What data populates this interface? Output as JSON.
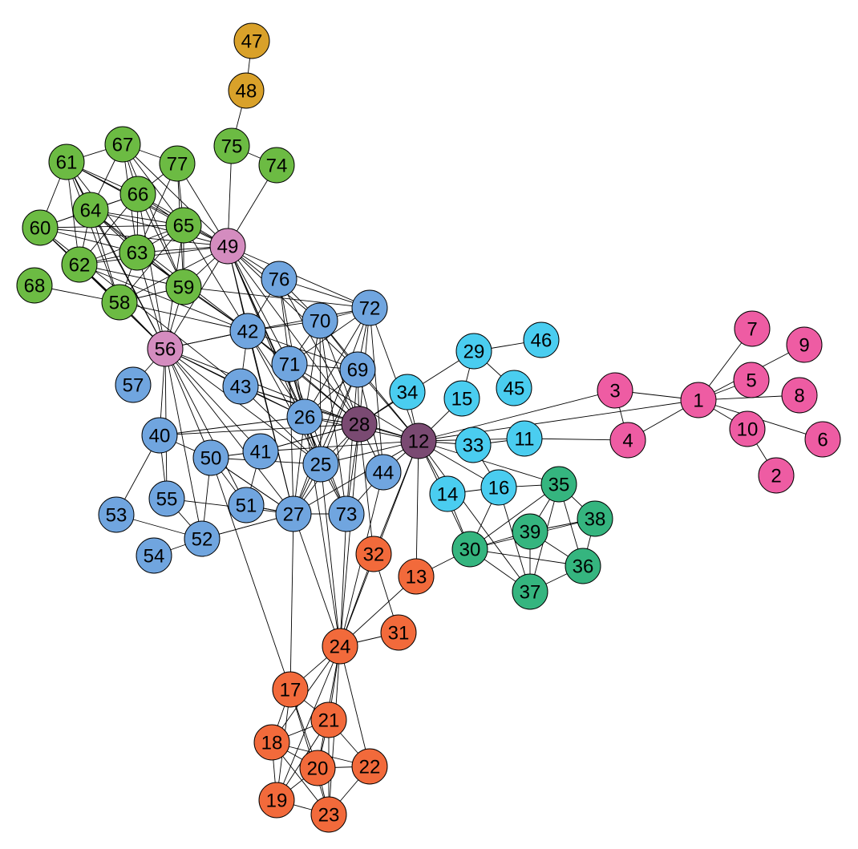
{
  "palette": {
    "pink": "#EE5CA3",
    "cyan": "#4ACDF0",
    "green_teal": "#35B57F",
    "orange": "#F26A3B",
    "blue": "#70A5DF",
    "lavender_pink": "#D48CBF",
    "purple": "#7A4A72",
    "green": "#6CBB43",
    "gold": "#D9A12A"
  },
  "nodes": [
    {
      "id": "1",
      "color": "pink"
    },
    {
      "id": "2",
      "color": "pink"
    },
    {
      "id": "3",
      "color": "pink"
    },
    {
      "id": "4",
      "color": "pink"
    },
    {
      "id": "5",
      "color": "pink"
    },
    {
      "id": "6",
      "color": "pink"
    },
    {
      "id": "7",
      "color": "pink"
    },
    {
      "id": "8",
      "color": "pink"
    },
    {
      "id": "9",
      "color": "pink"
    },
    {
      "id": "10",
      "color": "pink"
    },
    {
      "id": "11",
      "color": "cyan"
    },
    {
      "id": "12",
      "color": "purple"
    },
    {
      "id": "13",
      "color": "orange"
    },
    {
      "id": "14",
      "color": "cyan"
    },
    {
      "id": "15",
      "color": "cyan"
    },
    {
      "id": "16",
      "color": "cyan"
    },
    {
      "id": "17",
      "color": "orange"
    },
    {
      "id": "18",
      "color": "orange"
    },
    {
      "id": "19",
      "color": "orange"
    },
    {
      "id": "20",
      "color": "orange"
    },
    {
      "id": "21",
      "color": "orange"
    },
    {
      "id": "22",
      "color": "orange"
    },
    {
      "id": "23",
      "color": "orange"
    },
    {
      "id": "24",
      "color": "orange"
    },
    {
      "id": "25",
      "color": "blue"
    },
    {
      "id": "26",
      "color": "blue"
    },
    {
      "id": "27",
      "color": "blue"
    },
    {
      "id": "28",
      "color": "purple"
    },
    {
      "id": "29",
      "color": "cyan"
    },
    {
      "id": "30",
      "color": "green_teal"
    },
    {
      "id": "31",
      "color": "orange"
    },
    {
      "id": "32",
      "color": "orange"
    },
    {
      "id": "33",
      "color": "cyan"
    },
    {
      "id": "34",
      "color": "cyan"
    },
    {
      "id": "35",
      "color": "green_teal"
    },
    {
      "id": "36",
      "color": "green_teal"
    },
    {
      "id": "37",
      "color": "green_teal"
    },
    {
      "id": "38",
      "color": "green_teal"
    },
    {
      "id": "39",
      "color": "green_teal"
    },
    {
      "id": "40",
      "color": "blue"
    },
    {
      "id": "41",
      "color": "blue"
    },
    {
      "id": "42",
      "color": "blue"
    },
    {
      "id": "43",
      "color": "blue"
    },
    {
      "id": "44",
      "color": "blue"
    },
    {
      "id": "45",
      "color": "cyan"
    },
    {
      "id": "46",
      "color": "cyan"
    },
    {
      "id": "47",
      "color": "gold"
    },
    {
      "id": "48",
      "color": "gold"
    },
    {
      "id": "49",
      "color": "lavender_pink"
    },
    {
      "id": "50",
      "color": "blue"
    },
    {
      "id": "51",
      "color": "blue"
    },
    {
      "id": "52",
      "color": "blue"
    },
    {
      "id": "53",
      "color": "blue"
    },
    {
      "id": "54",
      "color": "blue"
    },
    {
      "id": "55",
      "color": "blue"
    },
    {
      "id": "56",
      "color": "lavender_pink"
    },
    {
      "id": "57",
      "color": "blue"
    },
    {
      "id": "58",
      "color": "green"
    },
    {
      "id": "59",
      "color": "green"
    },
    {
      "id": "60",
      "color": "green"
    },
    {
      "id": "61",
      "color": "green"
    },
    {
      "id": "62",
      "color": "green"
    },
    {
      "id": "63",
      "color": "green"
    },
    {
      "id": "64",
      "color": "green"
    },
    {
      "id": "65",
      "color": "green"
    },
    {
      "id": "66",
      "color": "green"
    },
    {
      "id": "67",
      "color": "green"
    },
    {
      "id": "68",
      "color": "green"
    },
    {
      "id": "69",
      "color": "blue"
    },
    {
      "id": "70",
      "color": "blue"
    },
    {
      "id": "71",
      "color": "blue"
    },
    {
      "id": "72",
      "color": "blue"
    },
    {
      "id": "73",
      "color": "blue"
    },
    {
      "id": "74",
      "color": "green"
    },
    {
      "id": "75",
      "color": "green"
    },
    {
      "id": "76",
      "color": "blue"
    },
    {
      "id": "77",
      "color": "green"
    }
  ],
  "edges": [
    [
      "1",
      "3"
    ],
    [
      "1",
      "4"
    ],
    [
      "1",
      "5"
    ],
    [
      "1",
      "7"
    ],
    [
      "1",
      "8"
    ],
    [
      "1",
      "9"
    ],
    [
      "1",
      "10"
    ],
    [
      "1",
      "6"
    ],
    [
      "1",
      "12"
    ],
    [
      "10",
      "2"
    ],
    [
      "3",
      "4"
    ],
    [
      "3",
      "12"
    ],
    [
      "4",
      "11"
    ],
    [
      "11",
      "12"
    ],
    [
      "12",
      "28"
    ],
    [
      "12",
      "33"
    ],
    [
      "12",
      "14"
    ],
    [
      "12",
      "16"
    ],
    [
      "12",
      "34"
    ],
    [
      "12",
      "15"
    ],
    [
      "12",
      "44"
    ],
    [
      "12",
      "13"
    ],
    [
      "12",
      "30"
    ],
    [
      "12",
      "35"
    ],
    [
      "12",
      "32"
    ],
    [
      "12",
      "25"
    ],
    [
      "12",
      "26"
    ],
    [
      "12",
      "69"
    ],
    [
      "12",
      "72"
    ],
    [
      "12",
      "43"
    ],
    [
      "12",
      "41"
    ],
    [
      "12",
      "27"
    ],
    [
      "12",
      "24"
    ],
    [
      "12",
      "71"
    ],
    [
      "12",
      "70"
    ],
    [
      "12",
      "37"
    ],
    [
      "29",
      "46"
    ],
    [
      "29",
      "45"
    ],
    [
      "29",
      "15"
    ],
    [
      "29",
      "28"
    ],
    [
      "34",
      "28"
    ],
    [
      "30",
      "39"
    ],
    [
      "30",
      "37"
    ],
    [
      "30",
      "36"
    ],
    [
      "30",
      "38"
    ],
    [
      "30",
      "35"
    ],
    [
      "30",
      "13"
    ],
    [
      "30",
      "14"
    ],
    [
      "30",
      "16"
    ],
    [
      "35",
      "39"
    ],
    [
      "35",
      "38"
    ],
    [
      "35",
      "36"
    ],
    [
      "35",
      "37"
    ],
    [
      "35",
      "16"
    ],
    [
      "39",
      "38"
    ],
    [
      "39",
      "36"
    ],
    [
      "39",
      "37"
    ],
    [
      "38",
      "36"
    ],
    [
      "37",
      "36"
    ],
    [
      "37",
      "16"
    ],
    [
      "24",
      "17"
    ],
    [
      "24",
      "18"
    ],
    [
      "24",
      "19"
    ],
    [
      "24",
      "20"
    ],
    [
      "24",
      "21"
    ],
    [
      "24",
      "22"
    ],
    [
      "24",
      "23"
    ],
    [
      "24",
      "31"
    ],
    [
      "24",
      "32"
    ],
    [
      "24",
      "13"
    ],
    [
      "24",
      "28"
    ],
    [
      "24",
      "25"
    ],
    [
      "24",
      "26"
    ],
    [
      "24",
      "27"
    ],
    [
      "24",
      "73"
    ],
    [
      "24",
      "44"
    ],
    [
      "17",
      "18"
    ],
    [
      "17",
      "19"
    ],
    [
      "17",
      "20"
    ],
    [
      "17",
      "21"
    ],
    [
      "17",
      "23"
    ],
    [
      "17",
      "50"
    ],
    [
      "17",
      "27"
    ],
    [
      "18",
      "19"
    ],
    [
      "18",
      "20"
    ],
    [
      "18",
      "21"
    ],
    [
      "18",
      "22"
    ],
    [
      "18",
      "23"
    ],
    [
      "19",
      "20"
    ],
    [
      "19",
      "21"
    ],
    [
      "19",
      "23"
    ],
    [
      "20",
      "21"
    ],
    [
      "20",
      "22"
    ],
    [
      "20",
      "23"
    ],
    [
      "21",
      "22"
    ],
    [
      "21",
      "23"
    ],
    [
      "22",
      "23"
    ],
    [
      "31",
      "32"
    ],
    [
      "32",
      "28"
    ],
    [
      "28",
      "26"
    ],
    [
      "28",
      "25"
    ],
    [
      "28",
      "69"
    ],
    [
      "28",
      "72"
    ],
    [
      "28",
      "70"
    ],
    [
      "28",
      "71"
    ],
    [
      "28",
      "42"
    ],
    [
      "28",
      "27"
    ],
    [
      "28",
      "73"
    ],
    [
      "28",
      "44"
    ],
    [
      "28",
      "41"
    ],
    [
      "28",
      "43"
    ],
    [
      "28",
      "76"
    ],
    [
      "28",
      "56"
    ],
    [
      "28",
      "49"
    ],
    [
      "28",
      "40"
    ],
    [
      "26",
      "42"
    ],
    [
      "26",
      "43"
    ],
    [
      "26",
      "25"
    ],
    [
      "26",
      "27"
    ],
    [
      "26",
      "70"
    ],
    [
      "26",
      "71"
    ],
    [
      "26",
      "69"
    ],
    [
      "26",
      "72"
    ],
    [
      "26",
      "76"
    ],
    [
      "25",
      "27"
    ],
    [
      "25",
      "42"
    ],
    [
      "25",
      "43"
    ],
    [
      "25",
      "69"
    ],
    [
      "25",
      "70"
    ],
    [
      "25",
      "71"
    ],
    [
      "25",
      "56"
    ],
    [
      "25",
      "50"
    ],
    [
      "27",
      "51"
    ],
    [
      "27",
      "52"
    ],
    [
      "27",
      "56"
    ],
    [
      "27",
      "42"
    ],
    [
      "27",
      "69"
    ],
    [
      "27",
      "71"
    ],
    [
      "27",
      "49"
    ],
    [
      "27",
      "50"
    ],
    [
      "42",
      "70"
    ],
    [
      "42",
      "71"
    ],
    [
      "42",
      "43"
    ],
    [
      "42",
      "69"
    ],
    [
      "42",
      "76"
    ],
    [
      "42",
      "72"
    ],
    [
      "42",
      "49"
    ],
    [
      "42",
      "56"
    ],
    [
      "70",
      "71"
    ],
    [
      "70",
      "72"
    ],
    [
      "70",
      "69"
    ],
    [
      "70",
      "76"
    ],
    [
      "70",
      "73"
    ],
    [
      "71",
      "69"
    ],
    [
      "71",
      "72"
    ],
    [
      "71",
      "76"
    ],
    [
      "71",
      "73"
    ],
    [
      "69",
      "72"
    ],
    [
      "69",
      "73"
    ],
    [
      "69",
      "44"
    ],
    [
      "44",
      "73"
    ],
    [
      "76",
      "72"
    ],
    [
      "76",
      "49"
    ],
    [
      "49",
      "70"
    ],
    [
      "49",
      "71"
    ],
    [
      "49",
      "72"
    ],
    [
      "49",
      "69"
    ],
    [
      "49",
      "73"
    ],
    [
      "49",
      "26"
    ],
    [
      "49",
      "25"
    ],
    [
      "49",
      "75"
    ],
    [
      "49",
      "74"
    ],
    [
      "49",
      "56"
    ],
    [
      "49",
      "59"
    ],
    [
      "49",
      "58"
    ],
    [
      "49",
      "63"
    ],
    [
      "49",
      "65"
    ],
    [
      "49",
      "62"
    ],
    [
      "49",
      "64"
    ],
    [
      "49",
      "60"
    ],
    [
      "49",
      "66"
    ],
    [
      "49",
      "61"
    ],
    [
      "49",
      "67"
    ],
    [
      "49",
      "77"
    ],
    [
      "75",
      "48"
    ],
    [
      "75",
      "74"
    ],
    [
      "48",
      "47"
    ],
    [
      "56",
      "58"
    ],
    [
      "56",
      "59"
    ],
    [
      "56",
      "62"
    ],
    [
      "56",
      "63"
    ],
    [
      "56",
      "64"
    ],
    [
      "56",
      "65"
    ],
    [
      "56",
      "60"
    ],
    [
      "56",
      "61"
    ],
    [
      "56",
      "66"
    ],
    [
      "56",
      "57"
    ],
    [
      "56",
      "40"
    ],
    [
      "56",
      "50"
    ],
    [
      "56",
      "51"
    ],
    [
      "56",
      "52"
    ],
    [
      "56",
      "55"
    ],
    [
      "56",
      "43"
    ],
    [
      "56",
      "41"
    ],
    [
      "56",
      "26"
    ],
    [
      "56",
      "42"
    ],
    [
      "40",
      "55"
    ],
    [
      "40",
      "53"
    ],
    [
      "40",
      "50"
    ],
    [
      "40",
      "26"
    ],
    [
      "50",
      "41"
    ],
    [
      "50",
      "51"
    ],
    [
      "50",
      "52"
    ],
    [
      "50",
      "27"
    ],
    [
      "51",
      "27"
    ],
    [
      "51",
      "41"
    ],
    [
      "55",
      "52"
    ],
    [
      "55",
      "27"
    ],
    [
      "53",
      "52"
    ],
    [
      "54",
      "52"
    ],
    [
      "52",
      "27"
    ],
    [
      "41",
      "28"
    ],
    [
      "58",
      "68"
    ],
    [
      "58",
      "59"
    ],
    [
      "58",
      "62"
    ],
    [
      "58",
      "63"
    ],
    [
      "58",
      "64"
    ],
    [
      "58",
      "60"
    ],
    [
      "58",
      "65"
    ],
    [
      "58",
      "61"
    ],
    [
      "59",
      "63"
    ],
    [
      "59",
      "65"
    ],
    [
      "59",
      "62"
    ],
    [
      "59",
      "64"
    ],
    [
      "59",
      "66"
    ],
    [
      "59",
      "67"
    ],
    [
      "59",
      "77"
    ],
    [
      "60",
      "61"
    ],
    [
      "60",
      "62"
    ],
    [
      "60",
      "63"
    ],
    [
      "60",
      "64"
    ],
    [
      "60",
      "66"
    ],
    [
      "60",
      "65"
    ],
    [
      "61",
      "64"
    ],
    [
      "61",
      "66"
    ],
    [
      "61",
      "67"
    ],
    [
      "61",
      "63"
    ],
    [
      "61",
      "65"
    ],
    [
      "61",
      "62"
    ],
    [
      "62",
      "63"
    ],
    [
      "62",
      "64"
    ],
    [
      "62",
      "65"
    ],
    [
      "62",
      "66"
    ],
    [
      "63",
      "64"
    ],
    [
      "63",
      "65"
    ],
    [
      "63",
      "66"
    ],
    [
      "63",
      "67"
    ],
    [
      "63",
      "77"
    ],
    [
      "64",
      "65"
    ],
    [
      "64",
      "66"
    ],
    [
      "64",
      "67"
    ],
    [
      "65",
      "66"
    ],
    [
      "65",
      "67"
    ],
    [
      "65",
      "77"
    ],
    [
      "66",
      "67"
    ],
    [
      "66",
      "77"
    ],
    [
      "67",
      "77"
    ],
    [
      "59",
      "42"
    ],
    [
      "63",
      "42"
    ],
    [
      "65",
      "42"
    ],
    [
      "62",
      "42"
    ],
    [
      "58",
      "42"
    ],
    [
      "64",
      "42"
    ],
    [
      "60",
      "43"
    ],
    [
      "59",
      "72"
    ],
    [
      "72",
      "44"
    ],
    [
      "72",
      "27"
    ],
    [
      "73",
      "25"
    ],
    [
      "73",
      "27"
    ],
    [
      "33",
      "11"
    ],
    [
      "33",
      "16"
    ],
    [
      "14",
      "16"
    ]
  ]
}
